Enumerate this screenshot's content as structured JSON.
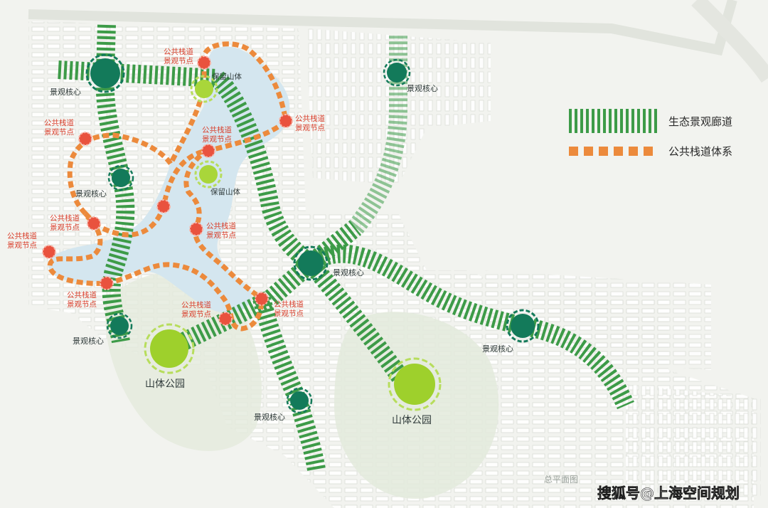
{
  "legend": {
    "ecological_corridor": "生态景观廊道",
    "public_walkway": "公共栈道体系"
  },
  "labels": {
    "core": "景观核心",
    "walkway_node_line1": "公共栈道",
    "walkway_node_line2": "景观节点",
    "retained_hill": "保留山体",
    "mountain_park": "山体公园"
  },
  "caption": "总平面图",
  "watermark": "搜狐号@上海空间规划",
  "colors": {
    "corridor_green": "#3d9b48",
    "walkway_orange": "#ec8a3c",
    "node_red": "#e9523e",
    "core_dark": "#137a5a",
    "park_lime": "#9ed02c",
    "water_blue": "#d4e6ef"
  }
}
